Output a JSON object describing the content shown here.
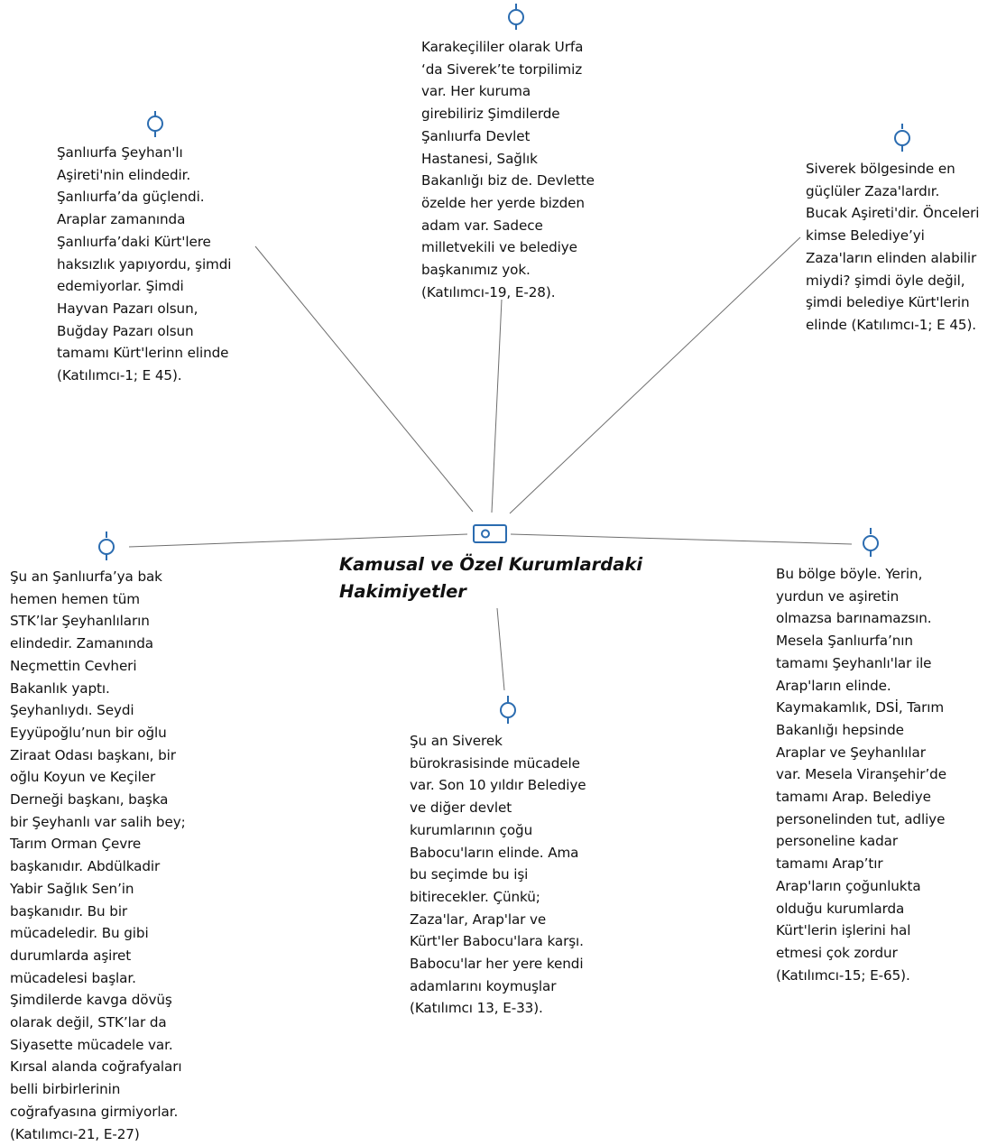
{
  "colors": {
    "accent": "#2b6cb0",
    "connector": "#6e6e6e",
    "text": "#111111"
  },
  "center": {
    "icon": "code-tag-icon",
    "title_line1": "Kamusal ve Özel Kurumlardaki",
    "title_line2": "Hakimiyetler"
  },
  "quotes": [
    {
      "icon": "quotation-icon",
      "text": "Karakeçililer olarak Urfa\n‘da Siverek’te torpilimiz\nvar. Her kuruma\ngirebiliriz Şimdilerde\nŞanlıurfa Devlet\nHastanesi, Sağlık\nBakanlığı biz de. Devlette\nözelde her yerde bizden\nadam var. Sadece\nmilletvekili ve belediye\nbaşkanımız yok.\n(Katılımcı-19, E-28)."
    },
    {
      "icon": "quotation-icon",
      "text": "Şanlıurfa Şeyhan'lı\nAşireti'nin elindedir.\nŞanlıurfa’da güçlendi.\nAraplar zamanında\nŞanlıurfa’daki Kürt'lere\nhaksızlık yapıyordu, şimdi\nedemiyorlar. Şimdi\nHayvan Pazarı olsun,\nBuğday Pazarı olsun\ntamamı Kürt'lerinn elinde\n(Katılımcı-1; E 45)."
    },
    {
      "icon": "quotation-icon",
      "text": "Siverek bölgesinde en\ngüçlüler Zaza'lardır.\nBucak Aşireti'dir. Önceleri\nkimse Belediye’yi\nZaza'ların elinden alabilir\nmiydi? şimdi öyle değil,\nşimdi belediye Kürt'lerin\nelinde (Katılımcı-1; E 45)."
    },
    {
      "icon": "quotation-icon",
      "text": "Şu an Şanlıurfa’ya bak\nhemen hemen tüm\nSTK’lar Şeyhanlıların\nelindedir. Zamanında\nNeçmettin Cevheri\nBakanlık yaptı.\nŞeyhanlıydı. Seydi\nEyyüpoğlu’nun bir oğlu\nZiraat Odası başkanı, bir\noğlu Koyun ve Keçiler\nDerneği başkanı, başka\nbir Şeyhanlı var salih bey;\nTarım Orman Çevre\nbaşkanıdır. Abdülkadir\nYabir Sağlık Sen’in\nbaşkanıdır. Bu bir\nmücadeledir. Bu gibi\ndurumlarda aşiret\nmücadelesi başlar.\nŞimdilerde kavga dövüş\nolarak değil, STK’lar da\nSiyasette mücadele var.\nKırsal alanda coğrafyaları\nbelli birbirlerinin\ncoğrafyasına girmiyorlar.\n(Katılımcı-21, E-27)"
    },
    {
      "icon": "quotation-icon",
      "text": "Bu bölge böyle. Yerin,\nyurdun ve aşiretin\nolmazsa barınamazsın.\nMesela Şanlıurfa’nın\ntamamı Şeyhanlı'lar ile\nArap'ların elinde.\nKaymakamlık, DSİ, Tarım\nBakanlığı hepsinde\nAraplar ve Şeyhanlılar\nvar. Mesela Viranşehir’de\ntamamı Arap. Belediye\npersonelinden tut, adliye\npersoneline kadar\ntamamı Arap’tır\nArap'ların çoğunlukta\nolduğu kurumlarda\nKürt'lerin işlerini hal\netmesi çok zordur\n(Katılımcı-15; E-65)."
    },
    {
      "icon": "quotation-icon",
      "text": "Şu an Siverek\nbürokrasisinde mücadele\nvar. Son 10 yıldır Belediye\nve diğer devlet\nkurumlarının çoğu\nBabocu'ların elinde. Ama\nbu seçimde bu işi\nbitirecekler. Çünkü;\nZaza'lar, Arap'lar ve\nKürt'ler Babocu'lara karşı.\nBabocu'lar her yere kendi\nadamlarını koymuşlar\n(Katılımcı 13, E-33)."
    }
  ]
}
